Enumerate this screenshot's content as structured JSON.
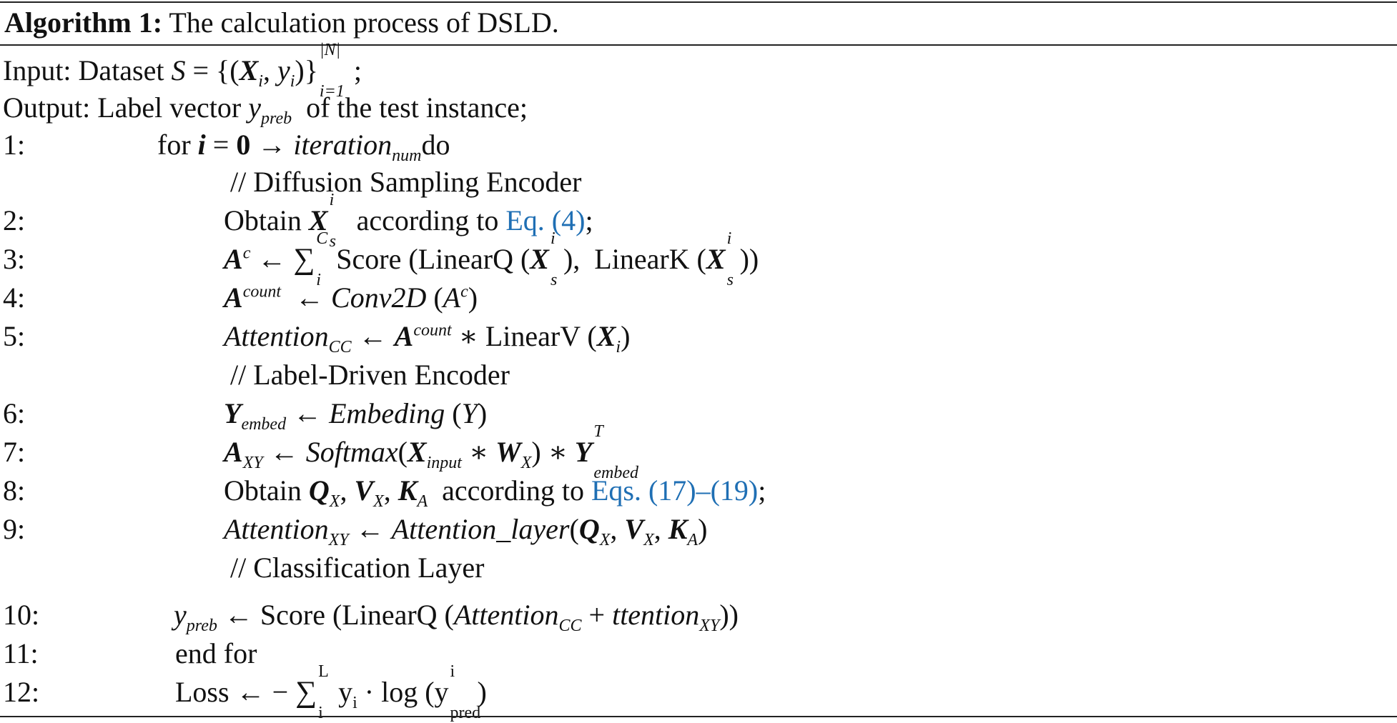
{
  "algorithm": {
    "title_bold": "Algorithm 1:",
    "title_text": "The calculation process of DSLD.",
    "input_label": "Input: Dataset",
    "input_tail": ";",
    "output_label": "Output: Label vector",
    "output_tail": "of the test instance;",
    "steps": {
      "s1_num": "1:",
      "s1_for": "for",
      "s1_do": "do",
      "c1": "// Diffusion Sampling Encoder",
      "s2_num": "2:",
      "s2_pre": "Obtain",
      "s2_mid": "according to",
      "s2_link": "Eq. (4)",
      "s2_tail": ";",
      "s3_num": "3:",
      "s3_text": "Score (LinearQ (",
      "s4_num": "4:",
      "s5_num": "5:",
      "s5_text": "LinearV (",
      "c2": "// Label-Driven Encoder",
      "s6_num": "6:",
      "s7_num": "7:",
      "s8_num": "8:",
      "s8_pre": "Obtain",
      "s8_mid": "according to",
      "s8_link": "Eqs. (17)–(19)",
      "s8_tail": ";",
      "s9_num": "9:",
      "c3": "// Classification Layer",
      "s10_num": "10:",
      "s10_text": "Score (LinearQ (",
      "s11_num": "11:",
      "s11_text": "end for",
      "s12_num": "12:",
      "s12_loss": "Loss"
    },
    "link_color": "#1f6fb4"
  }
}
